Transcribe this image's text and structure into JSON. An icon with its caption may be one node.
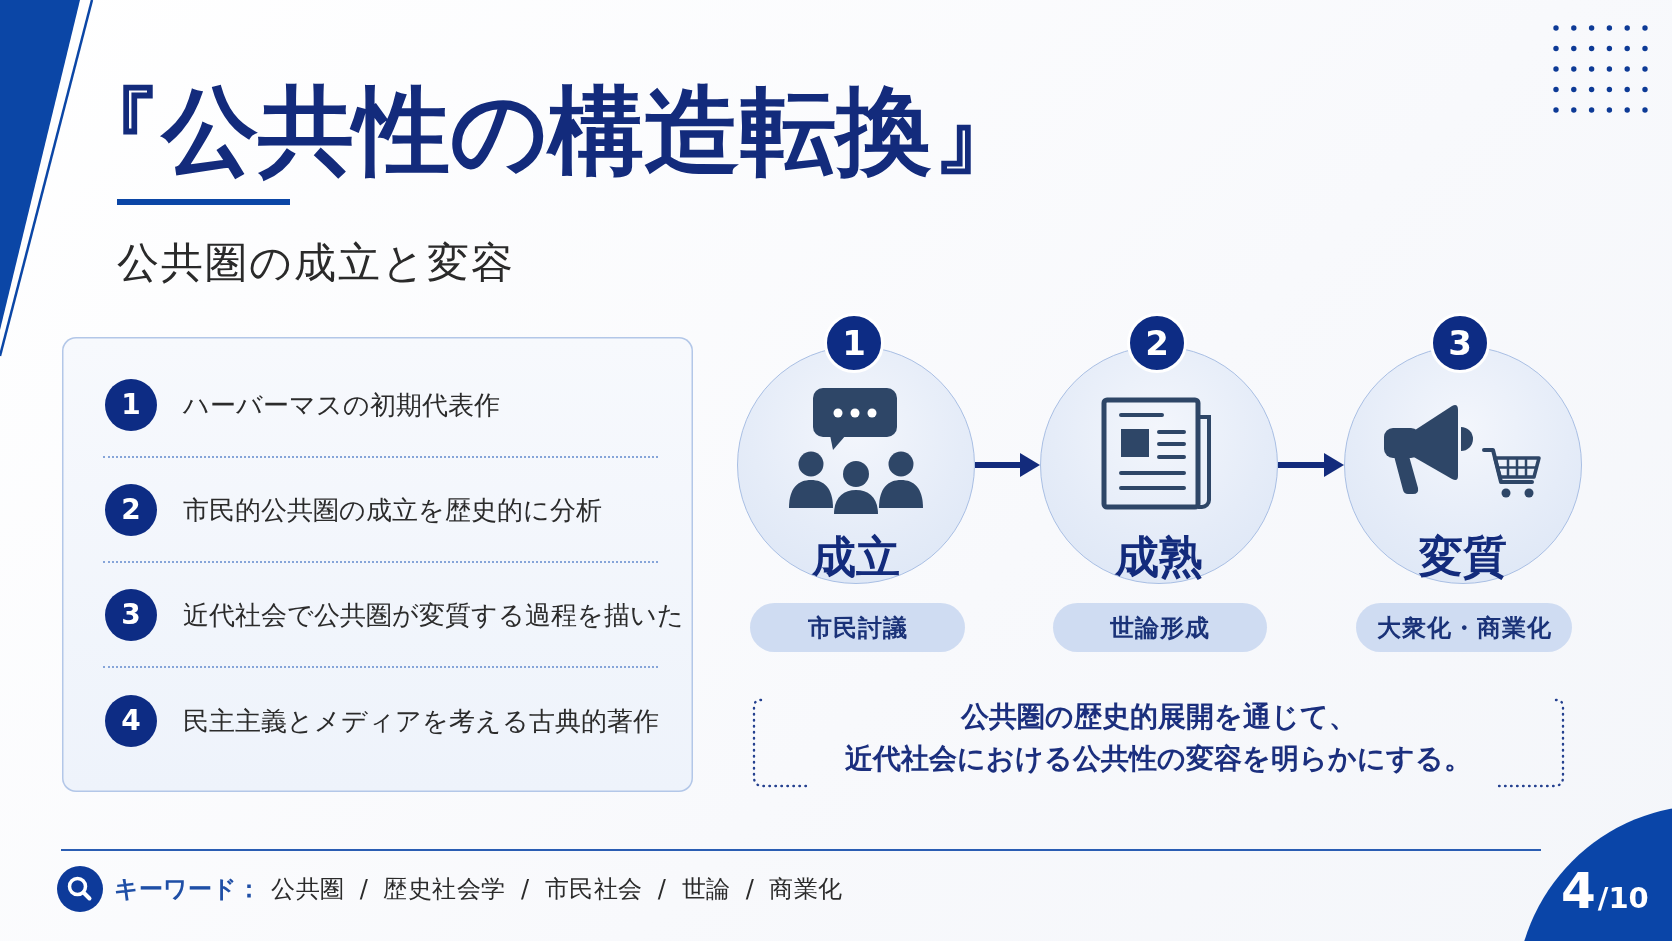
{
  "diagram": {
    "title": "『公共性の構造転換』",
    "nodes": [
      {
        "text": [],
        "shape": "box"
      },
      {
        "text": [
          "1"
        ],
        "beside": [
          "ハーバーマスの初期代表作"
        ],
        "in": 0
      },
      {
        "text": [
          "2"
        ],
        "beside": [
          "市民的公共圏の成立を歴史的に分析"
        ],
        "in": 0
      },
      {
        "text": [
          "3"
        ],
        "beside": [
          "近代社会で公共圏が変質する過程を描いた"
        ],
        "in": 0
      },
      {
        "text": [
          "4"
        ],
        "beside": [
          "民主主義とメディアを考える古典的著作"
        ],
        "in": 0
      },
      {
        "text": [
          "1"
        ]
      },
      {
        "text": [
          "成立"
        ]
      },
      {
        "text": [
          "市民討議"
        ]
      },
      {
        "text": [
          "2"
        ]
      },
      {
        "text": [
          "成熟"
        ]
      },
      {
        "text": [
          "世論形成"
        ]
      },
      {
        "text": [
          "3"
        ]
      },
      {
        "text": [
          "変質"
        ]
      },
      {
        "text": [
          "大衆化・商業化"
        ]
      },
      {
        "text": [
          "公共圏の歴史的展開を通じて、近代社会における公共性の変容を明らかにする。"
        ]
      }
    ],
    "edges": [
      {
        "from": 6,
        "to": 9,
        "arrow": "to"
      },
      {
        "from": 9,
        "to": 12,
        "arrow": "to"
      }
    ],
    "labels": [
      "公共圏の成立と変容",
      "キーワード：",
      "公共圏 / 歴史社会学 / 市民社会 / 世論 / 商業化",
      "4",
      "/10"
    ]
  }
}
